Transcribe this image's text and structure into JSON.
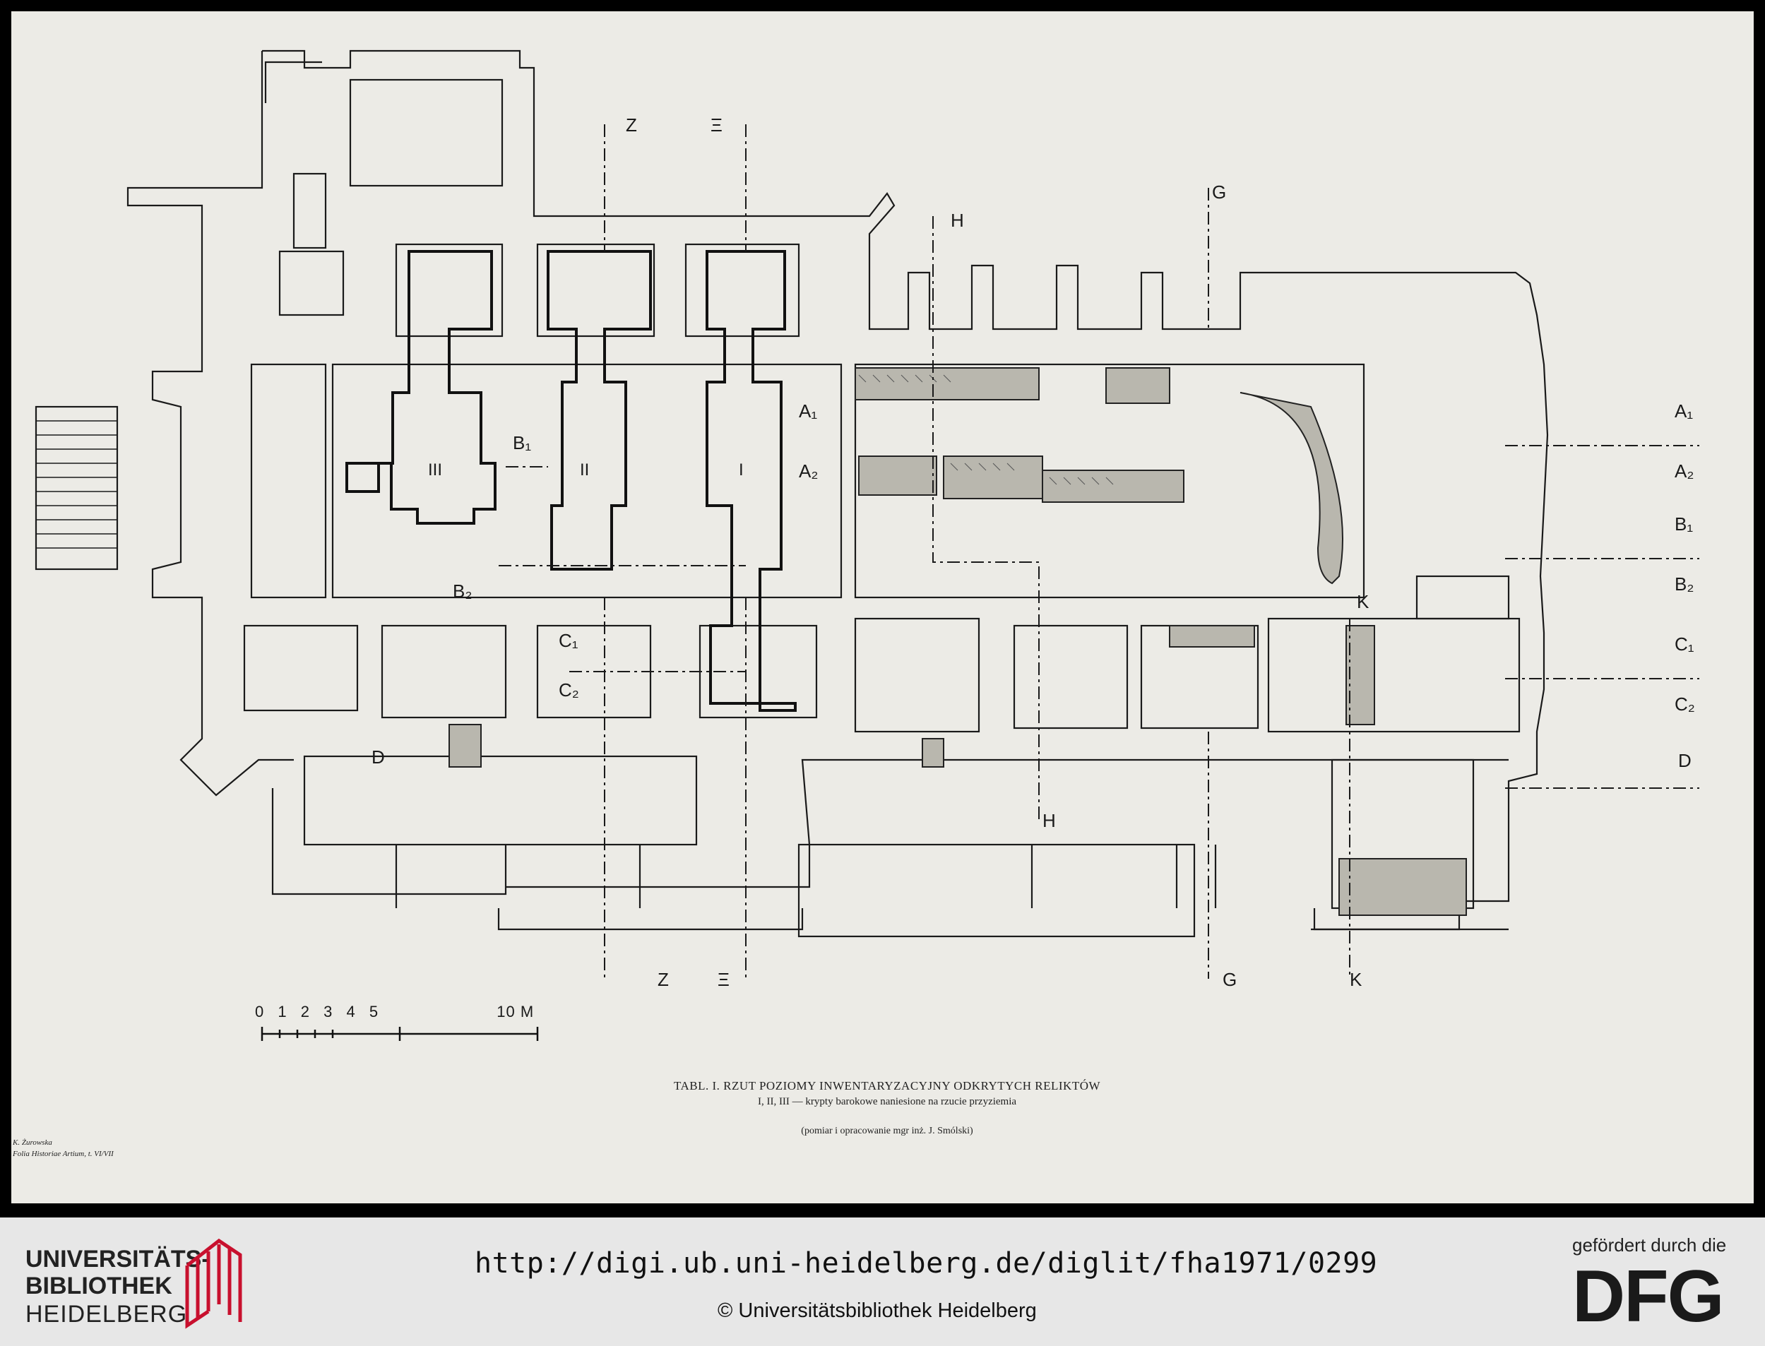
{
  "plate": {
    "scale_ticks": [
      "0",
      "1",
      "2",
      "3",
      "4",
      "5",
      "10 M"
    ],
    "caption_title": "TABL. I. RZUT POZIOMY INWENTARYZACYJNY ODKRYTYCH RELIKTÓW",
    "caption_sub": "I, II, III — krypty barokowe naniesione na rzucie przyziemia",
    "caption_note": "(pomiar i opracowanie mgr inż. J. Smólski)",
    "credit_author": "K. Żurowska",
    "credit_series": "Folia Historiae Artium, t. VI/VII",
    "crypts": [
      "III",
      "II",
      "I"
    ],
    "section_markers": {
      "top": [
        "Z",
        "Ξ",
        "H",
        "G"
      ],
      "bottom": [
        "Z",
        "Ξ",
        "G",
        "K"
      ],
      "right": [
        "A₁",
        "A₂",
        "B₁",
        "B₂",
        "C₁",
        "C₂",
        "D"
      ],
      "interior": [
        "A₁",
        "A₂",
        "B₁",
        "B₂",
        "C₁",
        "C₂",
        "D",
        "H",
        "K"
      ]
    }
  },
  "footer": {
    "logo_line1": "UNIVERSITÄTS-",
    "logo_line2": "BIBLIOTHEK",
    "logo_line3": "HEIDELBERG",
    "url": "http://digi.ub.uni-heidelberg.de/diglit/fha1971/0299",
    "copyright": "© Universitätsbibliothek Heidelberg",
    "dfg_top": "gefördert durch die",
    "dfg_logo": "DFG",
    "brand_red": "#c8102e"
  }
}
